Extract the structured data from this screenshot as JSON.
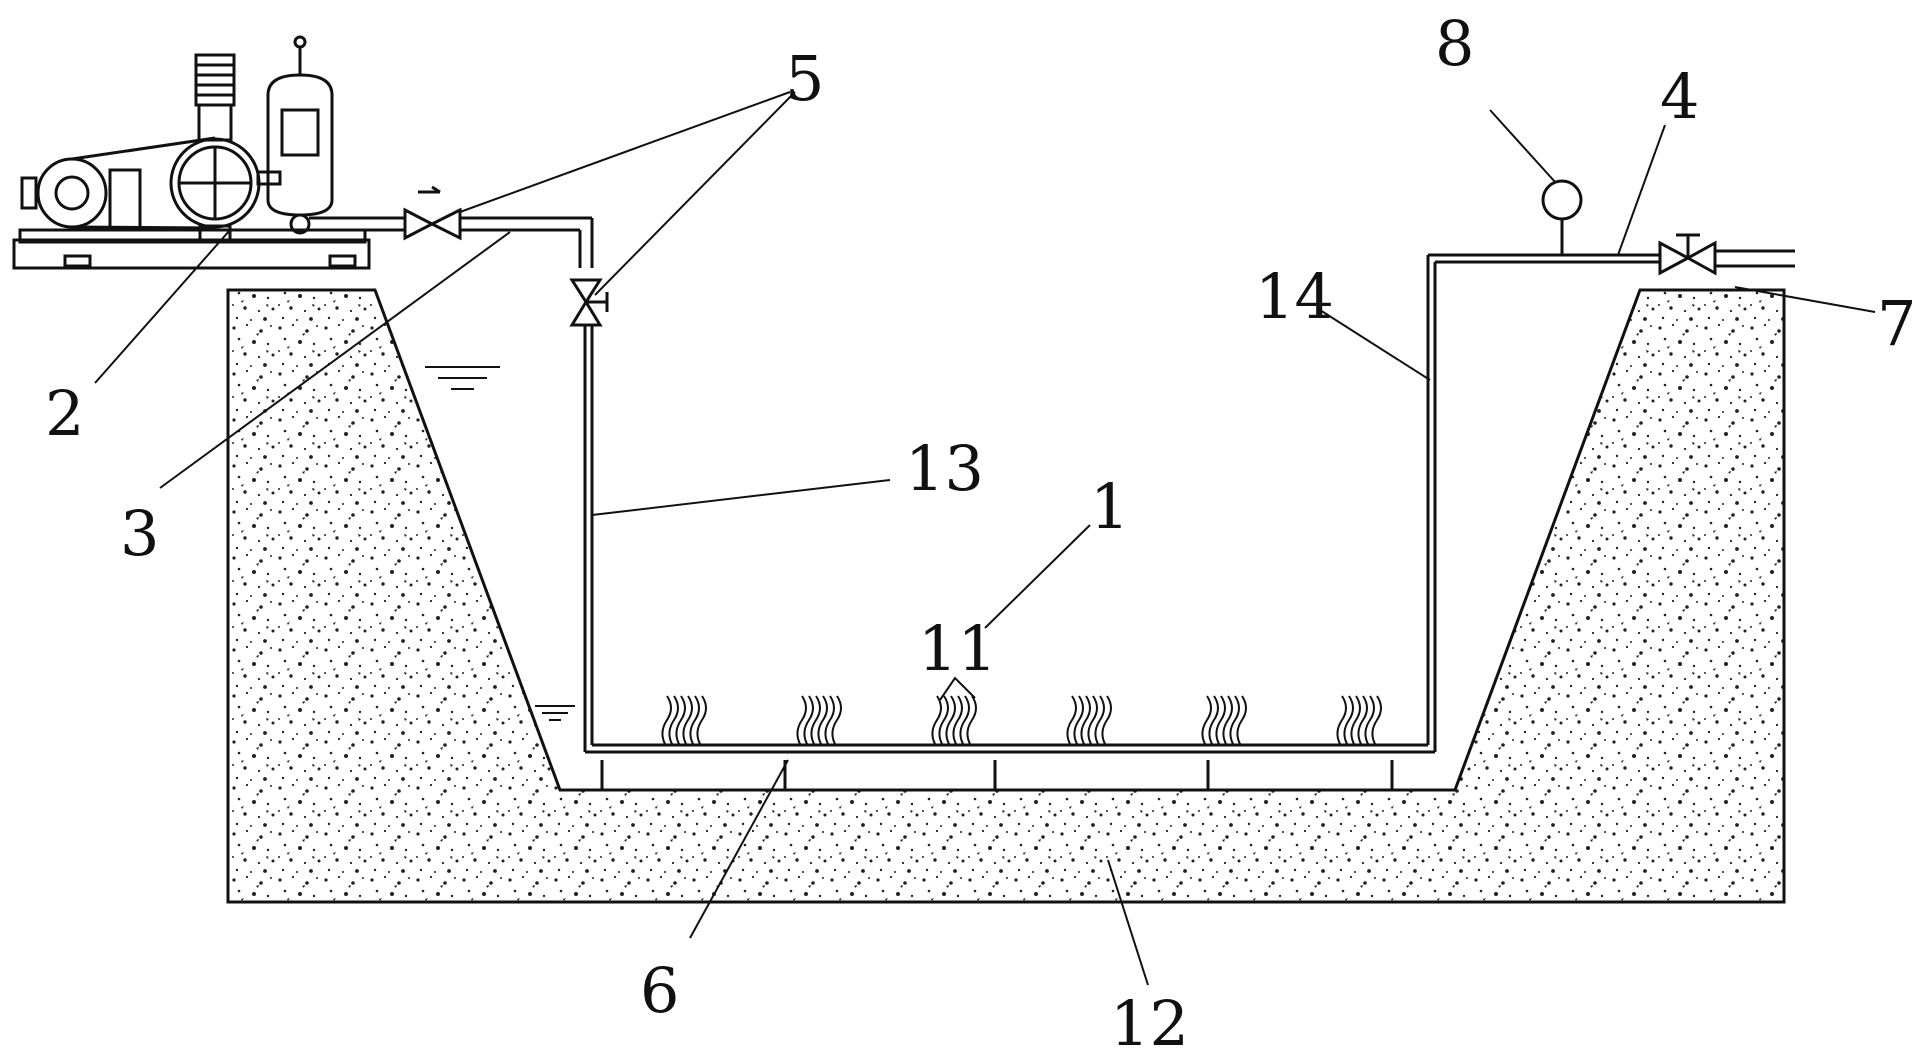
{
  "figure": {
    "type": "patent schematic",
    "labels": [
      {
        "id": "1",
        "text": "1"
      },
      {
        "id": "2",
        "text": "2"
      },
      {
        "id": "3",
        "text": "3"
      },
      {
        "id": "4",
        "text": "4"
      },
      {
        "id": "5",
        "text": "5"
      },
      {
        "id": "6",
        "text": "6"
      },
      {
        "id": "7",
        "text": "7"
      },
      {
        "id": "8",
        "text": "8"
      },
      {
        "id": "11",
        "text": "11"
      },
      {
        "id": "12",
        "text": "12"
      },
      {
        "id": "13",
        "text": "13"
      },
      {
        "id": "14",
        "text": "14"
      }
    ]
  },
  "colors": {
    "line": "#111111",
    "background": "#ffffff",
    "soil_speckle": "#222222"
  }
}
